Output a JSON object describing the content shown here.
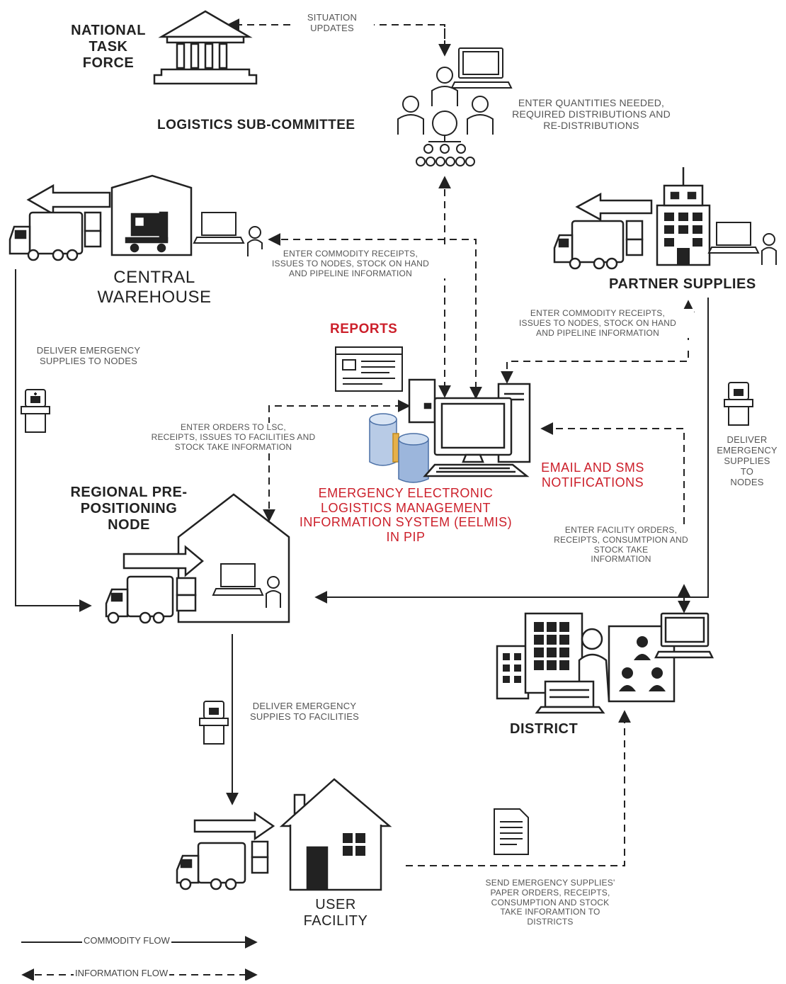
{
  "nodes": {
    "national_task_force": "NATIONAL\nTASK\nFORCE",
    "logistics_sub_committee": "LOGISTICS SUB-COMMITTEE",
    "central_warehouse": "CENTRAL\nWAREHOUSE",
    "partner_supplies": "PARTNER SUPPLIES",
    "reports": "REPORTS",
    "eelmis": "EMERGENCY ELECTRONIC\nLOGISTICS MANAGEMENT\nINFORMATION SYSTEM (EELMIS)\nIN PIP",
    "email_sms": "EMAIL AND SMS\nNOTIFICATIONS",
    "regional_node": "REGIONAL PRE-\nPOSITIONING\nNODE",
    "district": "DISTRICT",
    "user_facility": "USER\nFACILITY"
  },
  "annotations": {
    "situation_updates": "SITUATION\nUPDATES",
    "enter_quantities": "ENTER QUANTITIES NEEDED,\nREQUIRED DISTRIBUTIONS AND\nRE-DISTRIBUTIONS",
    "warehouse_entry": "ENTER COMMODITY RECEIPTS,\nISSUES TO NODES, STOCK ON HAND\nAND PIPELINE INFORMATION",
    "partner_entry": "ENTER COMMODITY RECEIPTS,\nISSUES TO NODES, STOCK ON HAND\nAND PIPELINE INFORMATION",
    "deliver_to_nodes_left": "DELIVER EMERGENCY\nSUPPLIES TO NODES",
    "deliver_to_nodes_right": "DELIVER\nEMERGENCY\nSUPPLIES\nTO\nNODES",
    "node_orders": "ENTER ORDERS TO LSC,\nRECEIPTS, ISSUES TO FACILITIES AND\nSTOCK TAKE INFORMATION",
    "facility_orders": "ENTER FACILITY ORDERS,\nRECEIPTS, CONSUMTPION AND\nSTOCK TAKE\nINFORMATION",
    "deliver_to_facilities": "DELIVER EMERGENCY\nSUPPIES TO FACILITIES",
    "paper_orders": "SEND EMERGENCY SUPPLIES'\nPAPER ORDERS, RECEIPTS,\nCONSUMPTION AND STOCK\nTAKE INFORAMTION TO\nDISTRICTS"
  },
  "legend": {
    "commodity_flow": "COMMODITY FLOW",
    "information_flow": "INFORMATION FLOW"
  },
  "colors": {
    "accent_red": "#cc1f2a",
    "line": "#222222",
    "muted_text": "#555555"
  }
}
